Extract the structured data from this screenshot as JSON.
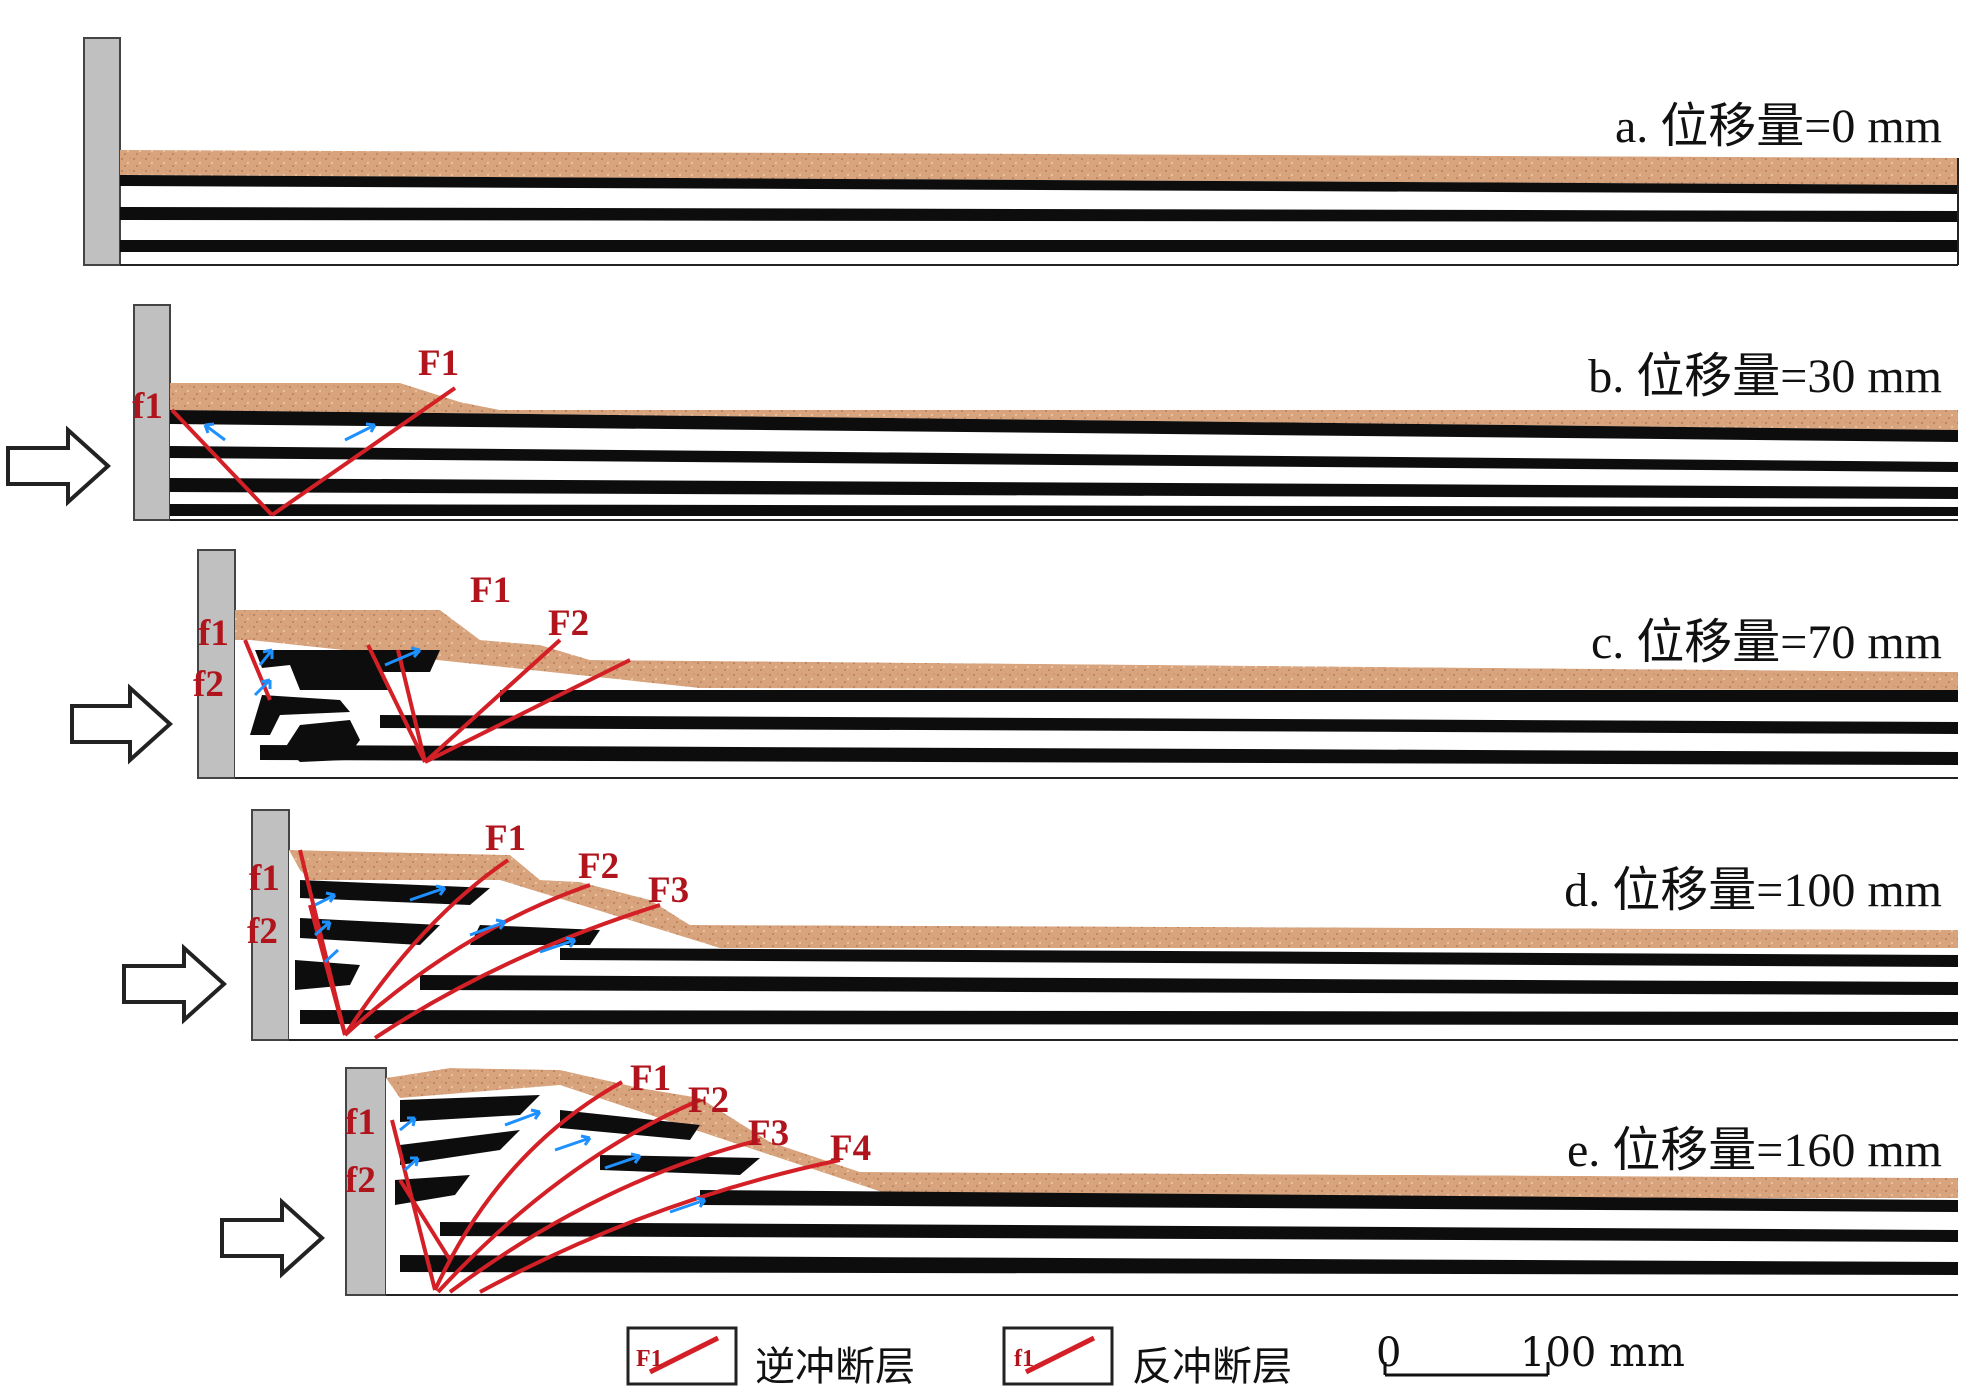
{
  "panels": [
    {
      "id": "a",
      "title": "a. 位移量=0 mm",
      "faults": []
    },
    {
      "id": "b",
      "title": "b. 位移量=30 mm",
      "faults": [
        "F1",
        "f1"
      ]
    },
    {
      "id": "c",
      "title": "c. 位移量=70 mm",
      "faults": [
        "F1",
        "F2",
        "f1",
        "f2"
      ]
    },
    {
      "id": "d",
      "title": "d. 位移量=100 mm",
      "faults": [
        "F1",
        "F2",
        "F3",
        "f1",
        "f2"
      ]
    },
    {
      "id": "e",
      "title": "e. 位移量=160 mm",
      "faults": [
        "F1",
        "F2",
        "F3",
        "F4",
        "f1",
        "f2"
      ]
    }
  ],
  "legend": {
    "thrust_symbol": "F1",
    "thrust_label": "逆冲断层",
    "backthrust_symbol": "f1",
    "backthrust_label": "反冲断层",
    "scale_start": "0",
    "scale_end": "100 mm"
  },
  "colors": {
    "fault": "#d32027",
    "fault_label": "#b0141c",
    "arrow_blue": "#1e90ff",
    "sand_top": "#d8a47e",
    "black_layer": "#0d0d0d",
    "backstop": "#c0c0c0"
  }
}
